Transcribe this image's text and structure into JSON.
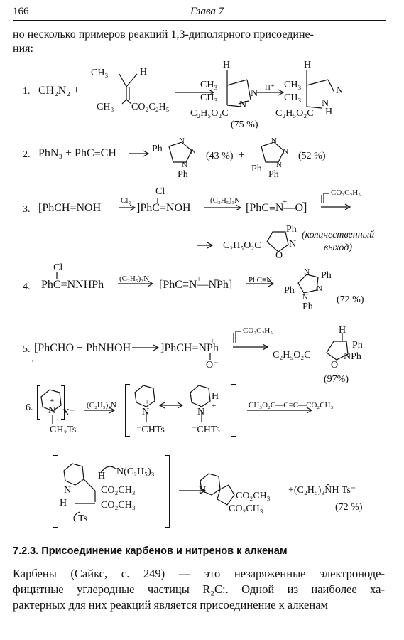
{
  "header": {
    "page_number": "166",
    "chapter": "Глава 7"
  },
  "intro": [
    "но несколько примеров реакций 1,3-диполярного присоедине-",
    "ния:"
  ],
  "r1": {
    "num": "1.",
    "reagent": "CH₂N₂ +",
    "ch3a": "CH₃",
    "h": "H",
    "ch3b": "CH₃",
    "ester": "CO₂C₂H₅",
    "p_h": "H",
    "p_ch3a": "CH₃",
    "p_ch3b": "CH₃",
    "n1": "N",
    "n2": "N",
    "p_ester": "C₂H₅O₂C",
    "yield": "(75 %)",
    "hplus": "H⁺",
    "q_h": "H",
    "q_ch3a": "CH₃",
    "q_ch3b": "CH₃",
    "q_n": "N",
    "q_nh": "N",
    "q_h2": "H",
    "q_ester": "C₂H₅O₂C"
  },
  "r2": {
    "num": "2.",
    "reagents": "PhN₃ + PhC≡CH",
    "ph_a": "Ph",
    "n_a1": "N",
    "n_a2": "N",
    "n_a3": "N",
    "ph_a2": "Ph",
    "yield_a": "(43 %)",
    "plus": "+",
    "n_b1": "N",
    "n_b2": "N",
    "n_b3": "N",
    "ph_b": "Ph",
    "ph_b2": "Ph",
    "yield_b": "(52 %)"
  },
  "r3": {
    "num": "3.",
    "s1": "[PhCH=NOH",
    "cl2": "Cl₂",
    "s2": "]PhC=NOH",
    "cl": "Cl",
    "base": "(C₂H₅)₃N",
    "s3": "[PhC≡N—O]",
    "plus": "+",
    "minus": "–",
    "alkene": "CO₂C₂H₅",
    "ph": "Ph",
    "n": "N",
    "o": "O",
    "ester": "C₂H₅O₂C",
    "note1": "(количественный",
    "note2": "выход)"
  },
  "r4": {
    "num": "4.",
    "cl": "Cl",
    "s1": "PhC=NNHPh",
    "base": "(C₂H₅)₃N",
    "s2": "[PhC≡N—NPh]",
    "plus": "+",
    "minus": "–",
    "reagent": "PhC≡N",
    "ph1": "Ph",
    "n1": "N",
    "n2": "N",
    "n3": "N",
    "ph2": "Ph",
    "ph3": "Ph",
    "yield": "(72 %)"
  },
  "r5": {
    "num": "5.",
    "s1": "[PhCHO + PhNHOH",
    "s2": "]PhCH=NPh",
    "plus": "+",
    "o": "O⁻",
    "alkene": "CO₂C₂H₅",
    "h": "H",
    "ph": "Ph",
    "n": "NPh",
    "o2": "O",
    "ester": "C₂H₅O₂C",
    "yield": "(97%)",
    "mark": "‘"
  },
  "r6": {
    "num": "6.",
    "n": "N",
    "plus": "+",
    "x": "X⁻",
    "ch2ts": "CH₂Ts",
    "base": "(C₂H₅)₃N",
    "n_a": "N",
    "plus_a": "+",
    "chts_a": "⁻CHTs",
    "h_b": "H",
    "n_b": "N",
    "plus_b": "+",
    "chts_b": "⁻CHTs",
    "reagent": "CH₃O₂C—C≡C—CO₂CH₃",
    "i_n": "N",
    "i_h": "H",
    "i_amine": "N̈(C₂H₅)₃",
    "i_e1": "CO₂CH₃",
    "i_h2": "H",
    "i_e2": "CO₂CH₃",
    "i_ts": "Ts",
    "p_n": "N",
    "p_e1": "CO₂CH₃",
    "p_e2": "CO₂CH₃",
    "salt": "+(C₂H₅)₃N̂H Ts⁻",
    "yield": "(72 %)"
  },
  "section": "7.2.3. Присоединение карбенов и нитренов к алкенам",
  "para": [
    "Карбены (Сайкс, с. 249) — это незаряженные электроноде-",
    "фицитные углеродные частицы R₂C:. Одной из наиболее ха-",
    "рактерных для них реакций является присоединение к алкенам"
  ]
}
